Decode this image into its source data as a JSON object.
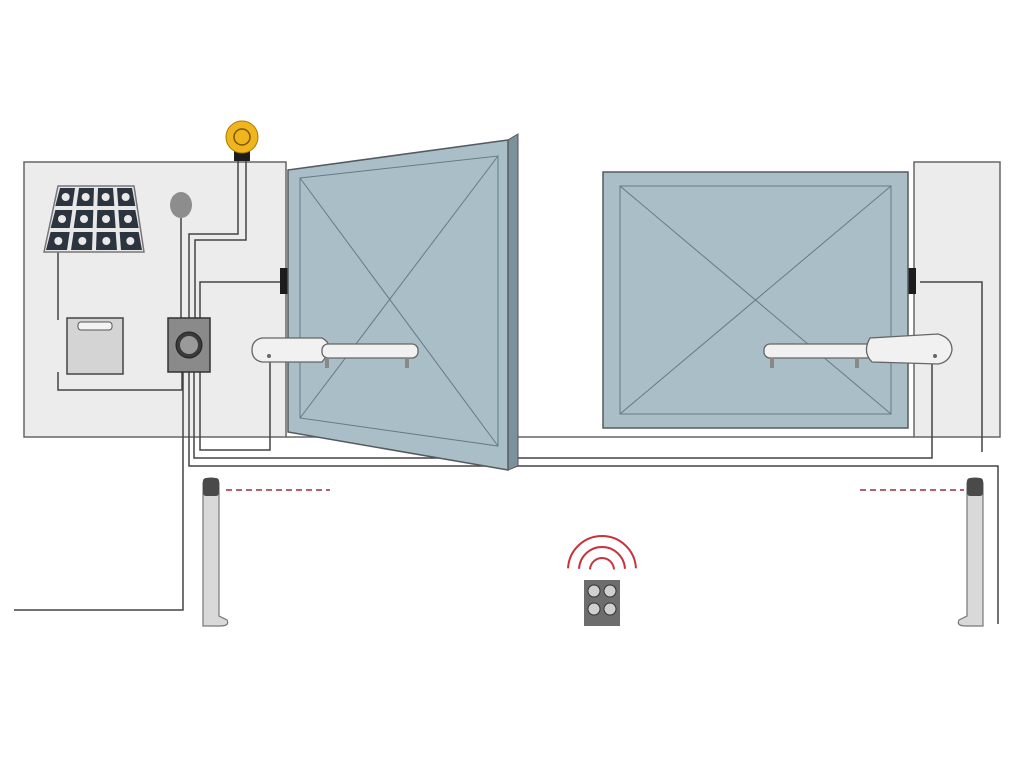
{
  "colors": {
    "gate_fill": "#a9bec7",
    "gate_frame": "#6f8590",
    "wall_fill": "#ececec",
    "lamp_amber": "#f0b51c",
    "solar_cell": "#2c3440",
    "box_fill": "#d4d4d4",
    "junction_fill": "#8a8a8a",
    "remote_fill": "#6d6d6d",
    "signal_red": "#c8323c",
    "beam_red": "#9a3038",
    "post_fill": "#d9d9d9"
  },
  "components": {
    "flashing_lamp": "warning-lamp-icon",
    "antenna": "antenna-icon",
    "solar_panel": "solar-panel-icon",
    "battery_box": "battery-box-icon",
    "control_unit": "control-unit-icon",
    "left_gate": "swing-gate-open",
    "right_gate": "swing-gate-closed",
    "left_actuator": "linear-actuator-icon",
    "right_actuator": "linear-actuator-icon",
    "photocell_posts": "photocell-post-icon",
    "remote": "remote-control-icon",
    "remote_buttons": 4,
    "signal_arcs": 3
  }
}
